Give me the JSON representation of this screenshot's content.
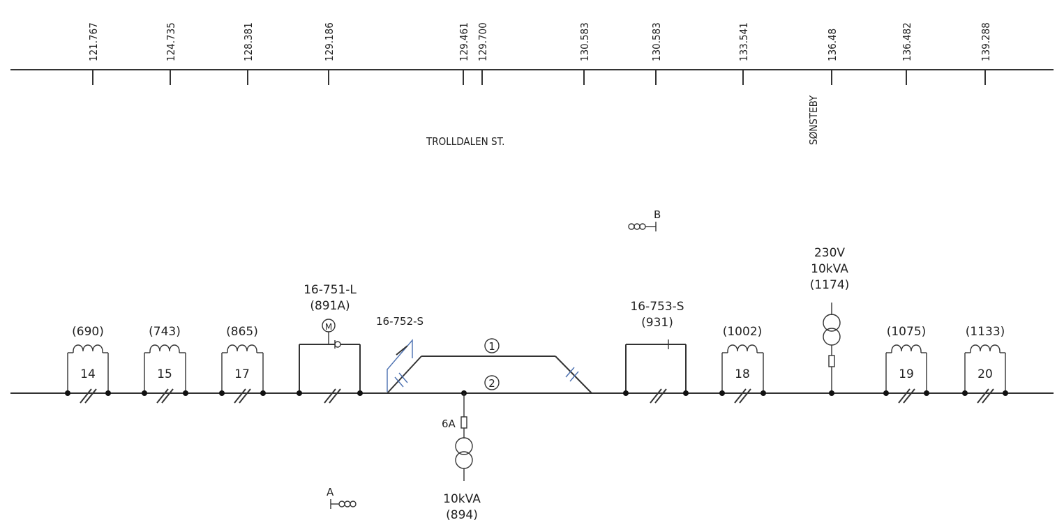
{
  "km_ticks": [
    "121.767",
    "124.735",
    "128.381",
    "129.186",
    "129.461",
    "129.700",
    "130.583",
    "130.583",
    "133.541",
    "136.48",
    "136.482",
    "139.288"
  ],
  "stations": [
    {
      "name": "TROLLDALEN ST."
    },
    {
      "name": "SØNSTEBY"
    }
  ],
  "sections": [
    {
      "ref": "(690)",
      "number": "14"
    },
    {
      "ref": "(743)",
      "number": "15"
    },
    {
      "ref": "(865)",
      "number": "17"
    },
    {
      "ref": "(1002)",
      "number": "18"
    },
    {
      "ref": "(1075)",
      "number": "19"
    },
    {
      "ref": "(1133)",
      "number": "20"
    }
  ],
  "switch_751": {
    "id": "16-751-L",
    "ref": "(891A)",
    "motor": "M"
  },
  "switch_752": {
    "id": "16-752-S"
  },
  "switch_753": {
    "id": "16-753-S",
    "ref": "(931)"
  },
  "tracks": {
    "track1": "1",
    "track2": "2"
  },
  "transformer_894": {
    "fuse": "6A",
    "rating": "10kVA",
    "ref": "(894)"
  },
  "transformer_1174": {
    "voltage": "230V",
    "rating": "10kVA",
    "ref": "(1174)"
  },
  "marker_a": "A",
  "marker_b": "B"
}
